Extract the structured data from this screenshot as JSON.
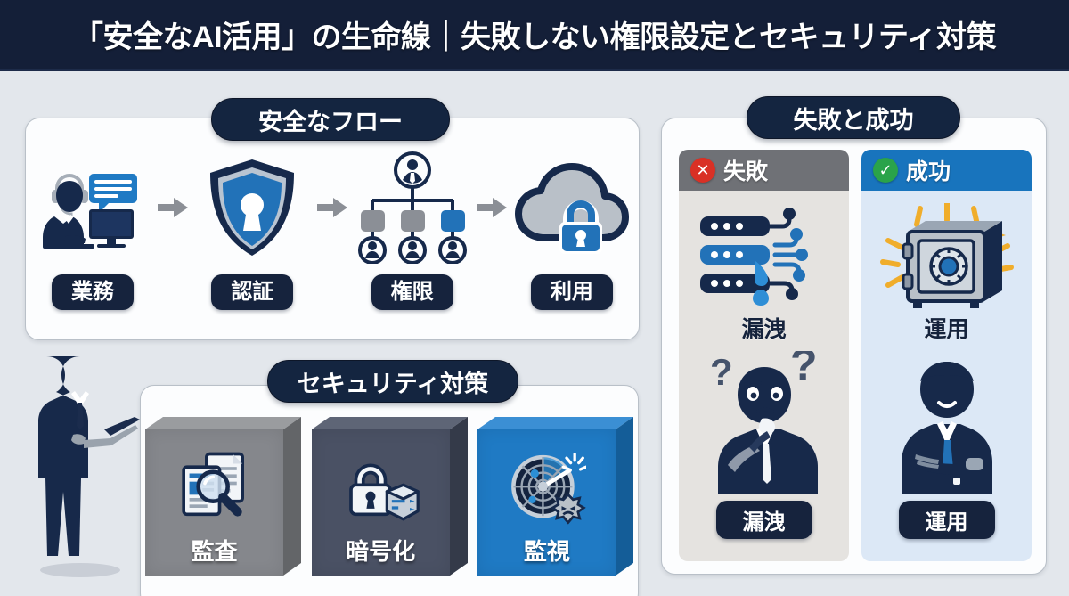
{
  "title": "「安全なAI活用」の生命線｜失敗しない権限設定とセキュリティ対策",
  "colors": {
    "banner": "#141f38",
    "background": "#e3e7ec",
    "card": "#fcfdfe",
    "pill_navy": "#16233d",
    "accent_blue": "#1f7ac4",
    "fail_gray": "#6f7176",
    "success_blue": "#1874bd",
    "error_red": "#d93025",
    "success_green": "#2aa34a",
    "box_audit": "#85878c",
    "box_encrypt": "#4a5164",
    "box_monitor": "#1f7ac4"
  },
  "flow": {
    "header": "安全なフロー",
    "steps": [
      {
        "label": "業務",
        "icon": "operator-headset-computer-icon"
      },
      {
        "label": "認証",
        "icon": "shield-keyhole-icon"
      },
      {
        "label": "権限",
        "icon": "org-chart-permissions-icon"
      },
      {
        "label": "利用",
        "icon": "cloud-lock-icon"
      }
    ],
    "arrow_icon": "arrow-right-icon"
  },
  "security": {
    "header": "セキュリティ対策",
    "items": [
      {
        "label": "監査",
        "icon": "document-magnifier-icon",
        "face": "#85878c",
        "top": "#9a9c9f",
        "side": "#636568"
      },
      {
        "label": "暗号化",
        "icon": "padlock-cube-icon",
        "face": "#4a5164",
        "top": "#5e6576",
        "side": "#343a49"
      },
      {
        "label": "監視",
        "icon": "radar-malware-icon",
        "face": "#1f7ac4",
        "top": "#3b8fd4",
        "side": "#145d98"
      }
    ]
  },
  "outcome": {
    "header": "失敗と成功",
    "columns": [
      {
        "status_label": "失敗",
        "status_icon": "cross-circle-icon",
        "status_glyph": "✕",
        "badge_color": "#d93025",
        "head_bg": "#6f7176",
        "body_bg": "#e5e3e0",
        "caption": "漏洩",
        "art_icon": "server-data-leak-icon",
        "person_icon": "confused-businessman-icon",
        "pill_label": "漏洩"
      },
      {
        "status_label": "成功",
        "status_icon": "check-circle-icon",
        "status_glyph": "✓",
        "badge_color": "#2aa34a",
        "head_bg": "#1874bd",
        "body_bg": "#dce8f6",
        "caption": "運用",
        "art_icon": "secure-safe-icon",
        "person_icon": "confident-businessman-icon",
        "pill_label": "運用"
      }
    ]
  },
  "decor": {
    "standing_man_icon": "businessman-with-laptop-icon"
  }
}
